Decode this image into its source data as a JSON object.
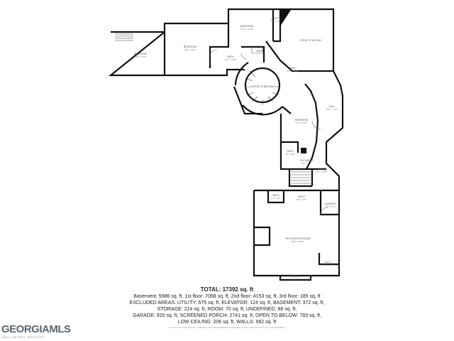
{
  "rooms": [
    {
      "name": "BEDROOM",
      "dim": "23'0\" x 17'8\""
    },
    {
      "name": "BEDROOM",
      "dim": "22'0\" x 20'1\""
    },
    {
      "name": "BEDROOM",
      "dim": "15'10\" x 13'9\""
    },
    {
      "name": "UTILITY",
      "dim": "5'1\" x 4'11\""
    },
    {
      "name": "OPEN TO BELOW",
      "dim": ""
    },
    {
      "name": "BATH",
      "dim": "13'4\" x 12'8\""
    },
    {
      "name": "BATH",
      "dim": ""
    },
    {
      "name": "HALL",
      "dim": "32'5\" x 23'6\""
    },
    {
      "name": "OPEN TO BELOW",
      "dim": ""
    },
    {
      "name": "HALL",
      "dim": "10'6\" x 7'10\""
    },
    {
      "name": "BEDROOM",
      "dim": "17'4\" x 15'9\""
    },
    {
      "name": "BATH",
      "dim": "9'4\" x 9'8\""
    },
    {
      "name": "ELEVATOR",
      "dim": "5'0\" x 5'0\""
    },
    {
      "name": "HALL",
      "dim": "30'4\" x 23'9\""
    },
    {
      "name": "BATH",
      "dim": "11'1\" x 6'6\""
    },
    {
      "name": "BATH",
      "dim": "11'6\" x 6'0\""
    },
    {
      "name": "LAUNDRY",
      "dim": "8'9\" x 5'11\""
    },
    {
      "name": "RECREATION ROOM",
      "dim": "58'8\" x 28'10\""
    },
    {
      "name": "W.I.C.",
      "dim": "10'1\" x 5'9\""
    },
    {
      "name": "DINING",
      "dim": "11'1\" x 6'9\""
    }
  ],
  "totals": {
    "total": "TOTAL: 17392 sq. ft",
    "line1": "Basement: 5986 sq. ft, 1st floor: 7068 sq. ft, 2nd floor: 4153 sq. ft, 3rd floor: 185 sq. ft",
    "line2": "EXCLUDED AREAS: UTILITY: 575 sq. ft, ELEVATOR: 124 sq. ft, BASEMENT: 372 sq. ft,",
    "line3": "STORAGE: 214 sq. ft, ROOM: 70 sq. ft, UNDEFINED: 88 sq. ft,",
    "line4": "GARAGE: 920 sq. ft, SCREENED PORCH: 2741 sq. ft, OPEN TO BELOW: 783 sq. ft,",
    "line5": "LOW CEILING: 206 sq. ft, WALLS: 982 sq. ft",
    "credit": "FLOOR PLAN CREATED BY CUBICASA APP. MEASUREMENTS DEEMED HIGHLY RELIABLE BUT NOT GUARANTEED."
  },
  "logo": {
    "main": "GEORGIAMLS",
    "sub": "REAL ESTATE SERVICES"
  }
}
